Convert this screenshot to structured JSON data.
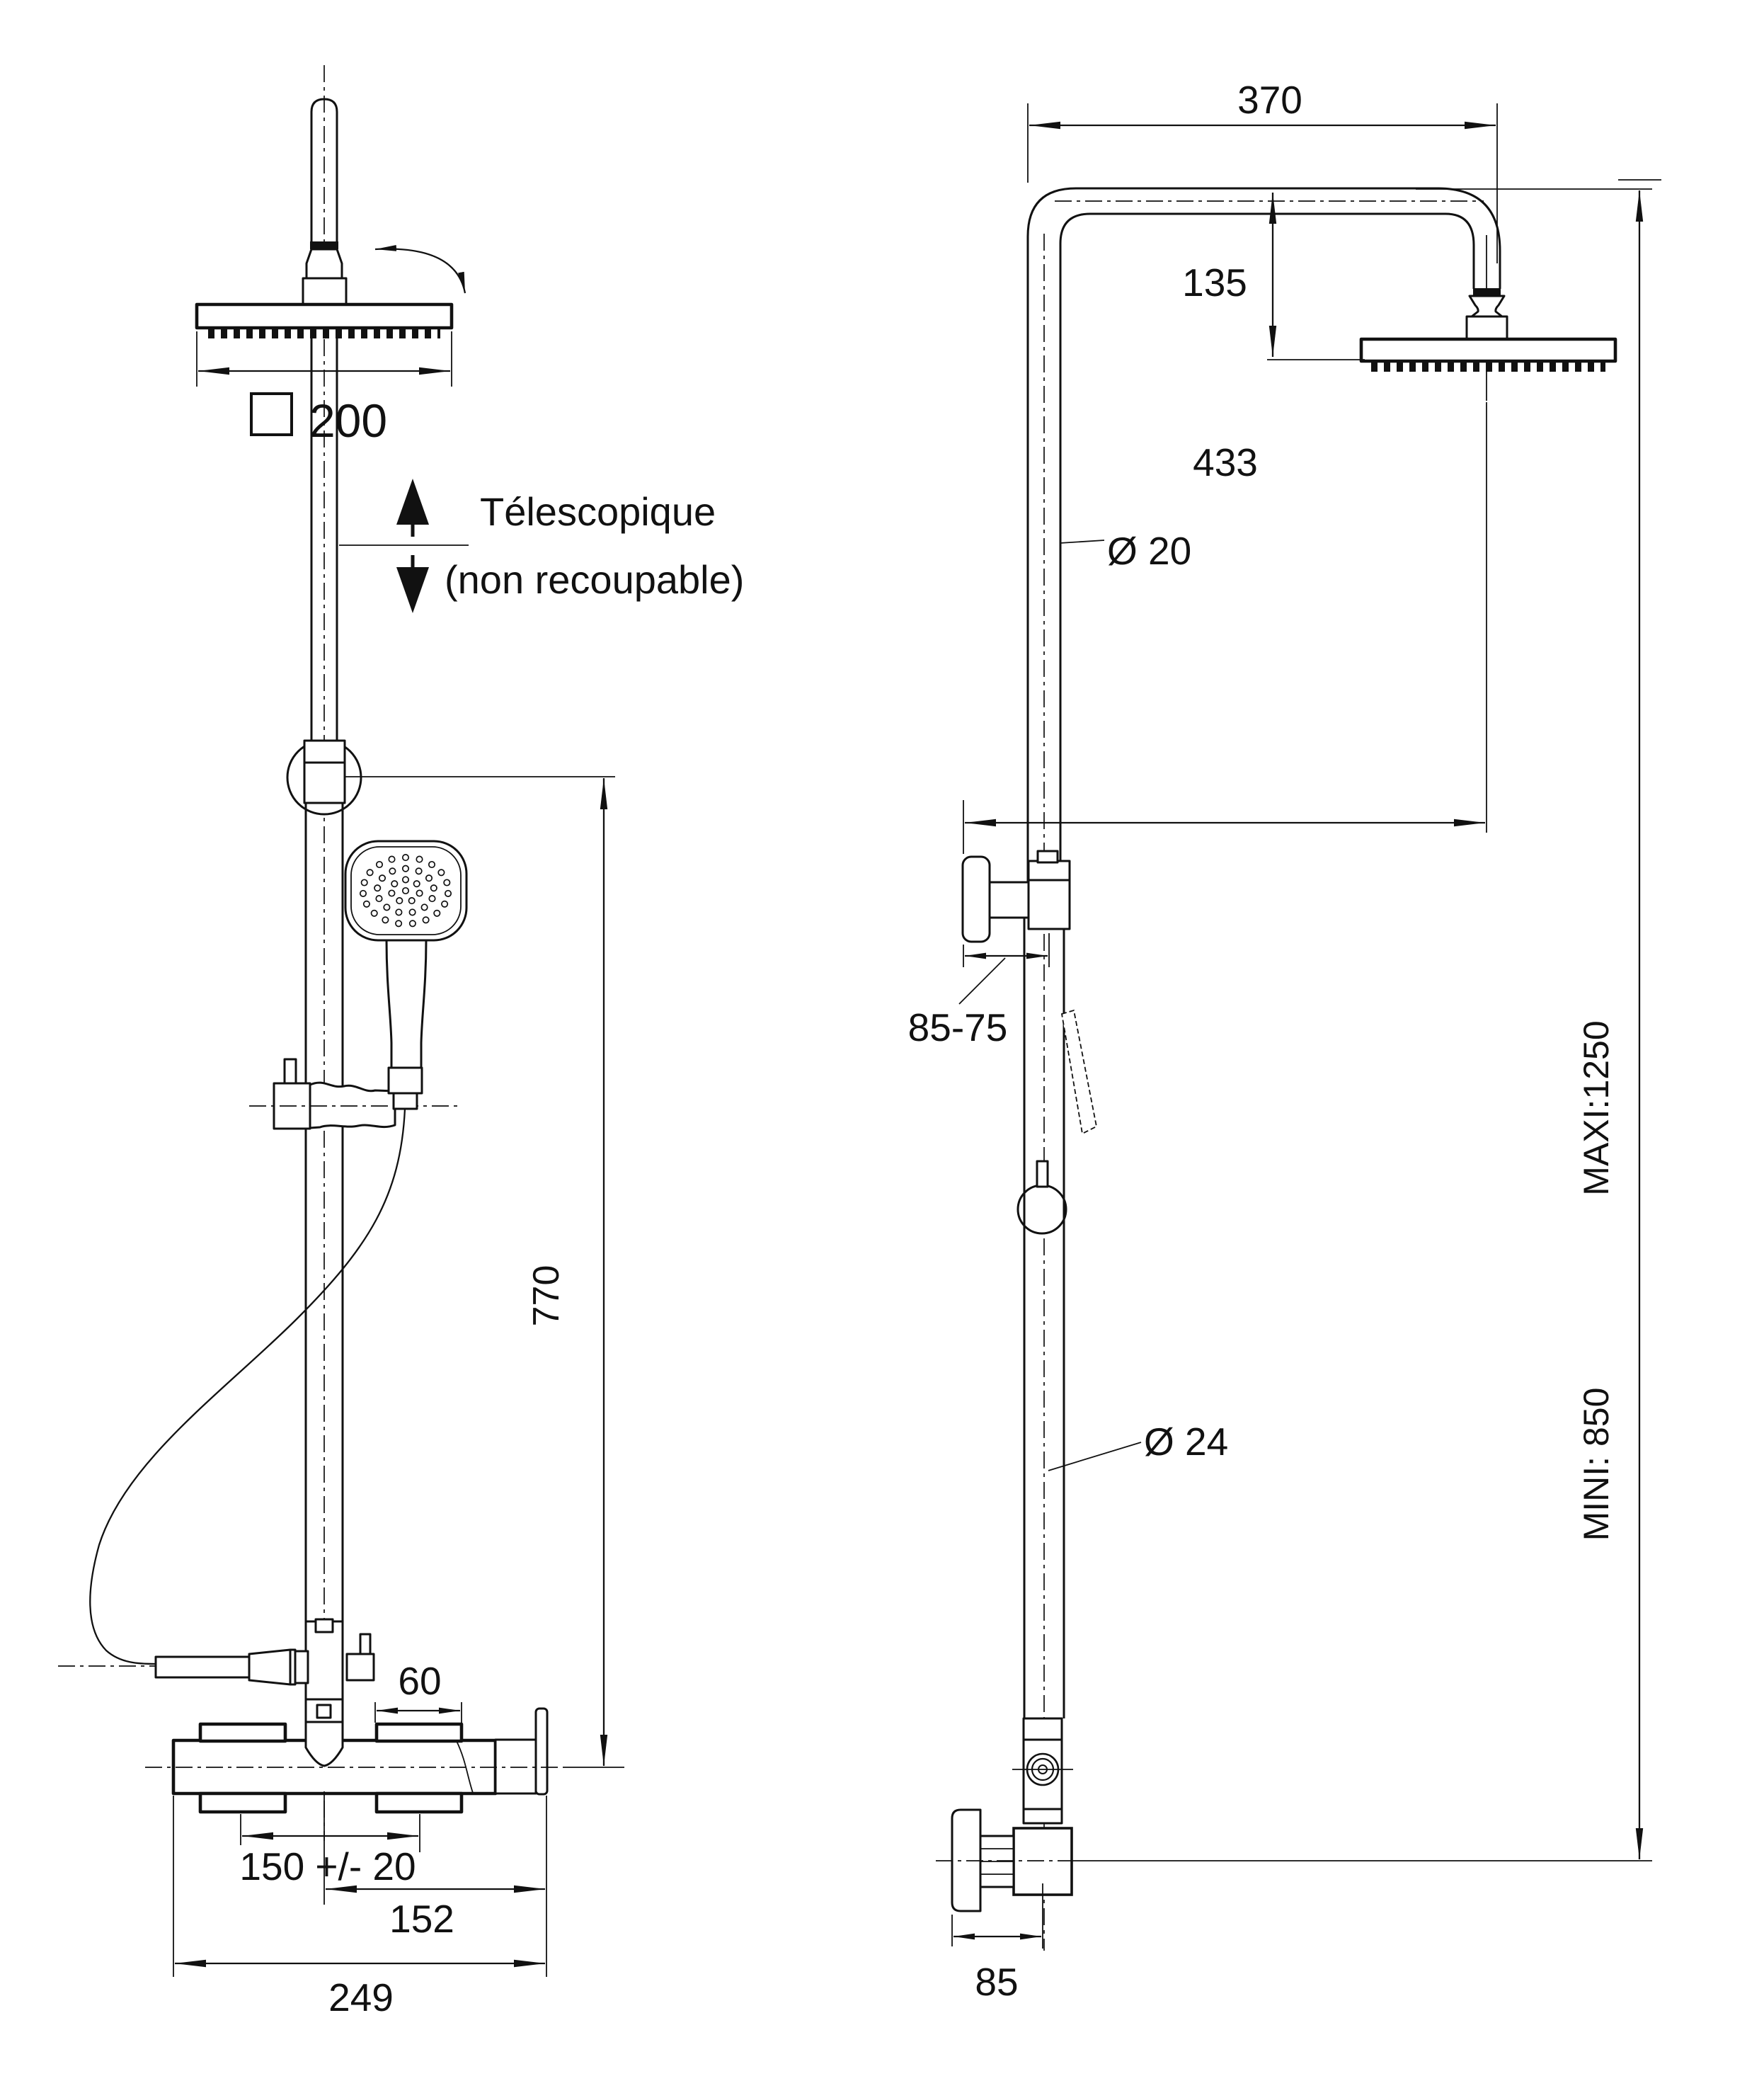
{
  "drawing": {
    "kind": "shower-column-technical-drawing",
    "line_color": "#111111",
    "background_color": "#ffffff"
  },
  "left_view": {
    "head_width": "200",
    "telescopic_label_line1": "Télescopique",
    "telescopic_label_line2": "(non recoupable)",
    "column_height": "770",
    "outlet_width": "60",
    "inlet_spacing": "150 +/- 20",
    "center_to_handle": "152",
    "valve_width": "249"
  },
  "right_view": {
    "arm_reach": "370",
    "head_drop": "135",
    "upper_pipe_diameter": "Ø 20",
    "head_offset": "433",
    "bracket_adjustment": "85-75",
    "max_height": "MAXI:1250",
    "min_height": "MINI: 850",
    "lower_pipe_diameter": "Ø 24",
    "valve_depth": "85"
  }
}
